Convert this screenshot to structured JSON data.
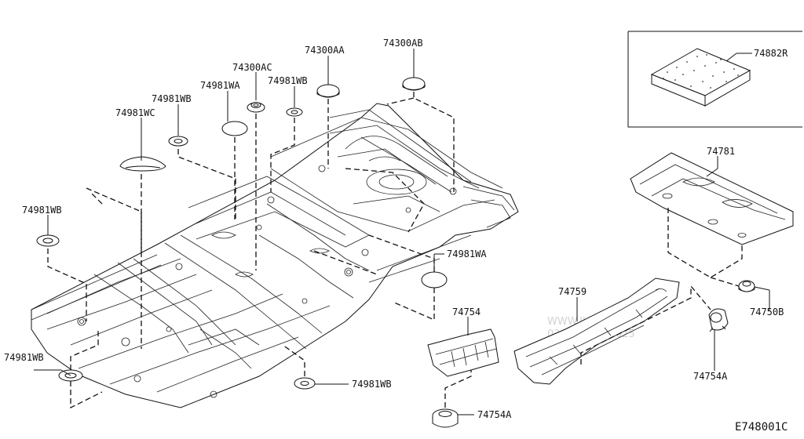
{
  "diagram_code": "E748001C",
  "watermark": {
    "line1": "WWW.ILCATS.RU",
    "line2": "03.2018.09.2025"
  },
  "callouts": [
    {
      "key": "p74882r",
      "label": "74882R"
    },
    {
      "key": "p74300ab",
      "label": "74300AB"
    },
    {
      "key": "p74300aa",
      "label": "74300AA"
    },
    {
      "key": "p74300ac",
      "label": "74300AC"
    },
    {
      "key": "p74981wa_top",
      "label": "74981WA"
    },
    {
      "key": "p74981wb_top",
      "label": "74981WB"
    },
    {
      "key": "p74981wb_mid",
      "label": "74981WB"
    },
    {
      "key": "p74981wc",
      "label": "74981WC"
    },
    {
      "key": "p74981wb_left",
      "label": "74981WB"
    },
    {
      "key": "p74781",
      "label": "74781"
    },
    {
      "key": "p74981wa_right",
      "label": "74981WA"
    },
    {
      "key": "p74759",
      "label": "74759"
    },
    {
      "key": "p74754",
      "label": "74754"
    },
    {
      "key": "p74750b",
      "label": "74750B"
    },
    {
      "key": "p74754a_right",
      "label": "74754A"
    },
    {
      "key": "p74981wb_bl",
      "label": "74981WB"
    },
    {
      "key": "p74981wb_bottom",
      "label": "74981WB"
    },
    {
      "key": "p74754a_bottom",
      "label": "74754A"
    }
  ]
}
